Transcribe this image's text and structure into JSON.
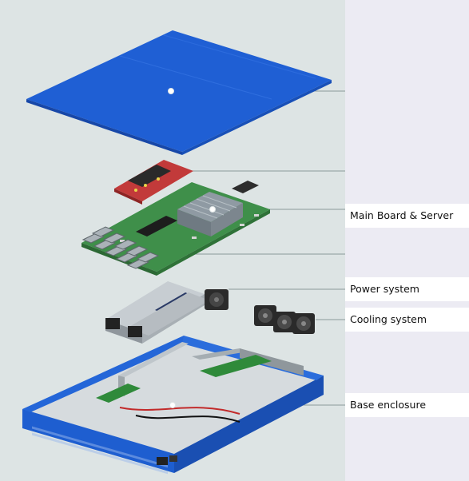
{
  "labels": {
    "main_board": "Main Board & Server",
    "power": "Power system",
    "cooling": "Cooling system",
    "base": "Base enclosure"
  }
}
